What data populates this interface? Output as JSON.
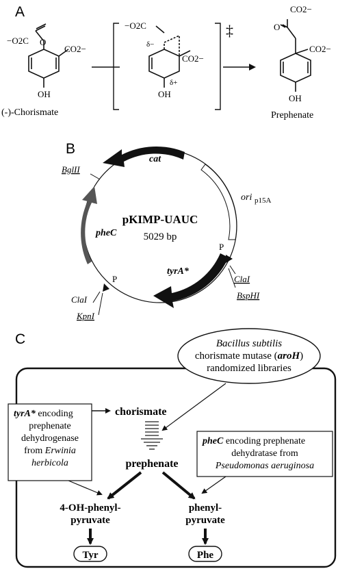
{
  "panels": {
    "a": {
      "letter": "A",
      "chorismate_label": "(-)-Chorismate",
      "prephenate_label": "Prephenate",
      "ts_symbol": "‡",
      "groups": {
        "co2_left": "−O2C",
        "co2": "CO2−",
        "oh": "OH",
        "o": "O",
        "delta_minus": "δ−",
        "delta_plus": "δ+"
      }
    },
    "b": {
      "letter": "B",
      "plasmid_name": "pKIMP-UAUC",
      "plasmid_size": "5029 bp",
      "genes": {
        "cat": "cat",
        "ori": "ori",
        "ori_sub": "p15A",
        "phec": "pheC",
        "tyra": "tyrA*"
      },
      "sites": {
        "bglii": "BglII",
        "clai_right": "ClaI",
        "bsphi": "BspHI",
        "clai_left": "ClaI",
        "kpni": "KpnI"
      },
      "promoter_right": "P",
      "promoter_left": "P"
    },
    "c": {
      "letter": "C",
      "library_species": "Bacillus subtilis",
      "library_line2": "chorismate mutase (",
      "library_gene": "aroH",
      "library_line2_end": ")",
      "library_line3": "randomized libraries",
      "chorismate": "chorismate",
      "prephenate": "prephenate",
      "tyra_gene": "tyrA*",
      "tyra_line1": " encoding",
      "tyra_line2": "prephenate",
      "tyra_line3": "dehydrogenase",
      "tyra_line4_a": "from ",
      "tyra_line4_b": "Erwinia",
      "tyra_line5": "herbicola",
      "phec_gene": "pheC",
      "phec_line1": " encoding prephenate",
      "phec_line2": "dehydratase from",
      "phec_line3": "Pseudomonas aeruginosa",
      "hpp_line1": "4-OH-phenyl-",
      "hpp_line2": "pyruvate",
      "pp_line1": "phenyl-",
      "pp_line2": "pyruvate",
      "tyr": "Tyr",
      "phe": "Phe"
    }
  }
}
